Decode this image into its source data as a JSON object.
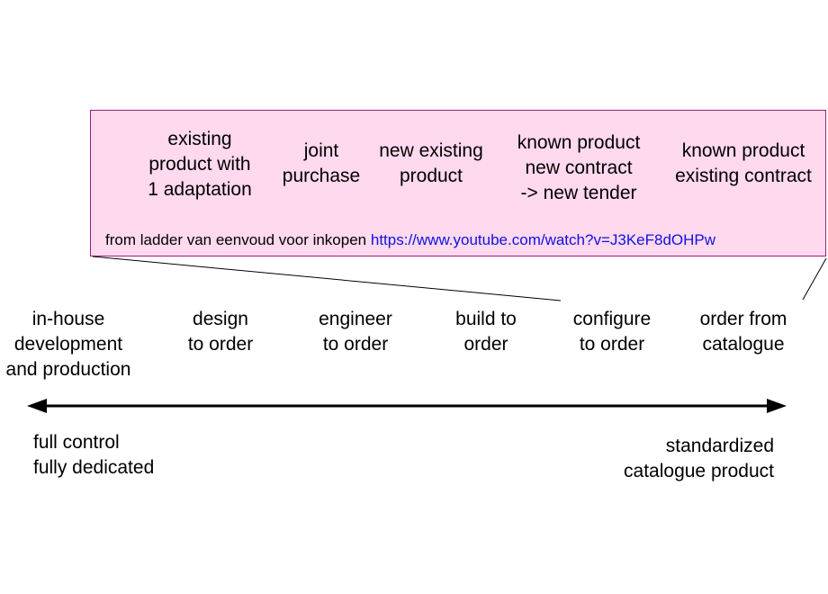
{
  "colors": {
    "box_fill": "#ffd9ee",
    "box_border": "#a0197a",
    "link": "#1010e0",
    "line": "#000000"
  },
  "ladder": {
    "items": [
      "existing\nproduct with\n1 adaptation",
      "joint\npurchase",
      "new existing\nproduct",
      "known product\nnew contract\n-> new tender",
      "known product\nexisting contract"
    ],
    "source_text": "from ladder van eenvoud voor inkopen",
    "source_link": "https://www.youtube.com/watch?v=J3KeF8dOHPw"
  },
  "spectrum": {
    "stages": [
      "in-house\ndevelopment\nand production",
      "design\nto order",
      "engineer\nto order",
      "build to\norder",
      "configure\nto order",
      "order from\ncatalogue"
    ],
    "left_end": "full control\nfully dedicated",
    "right_end": "standardized\ncatalogue product",
    "arrow_icon": "double-headed-arrow-icon"
  }
}
